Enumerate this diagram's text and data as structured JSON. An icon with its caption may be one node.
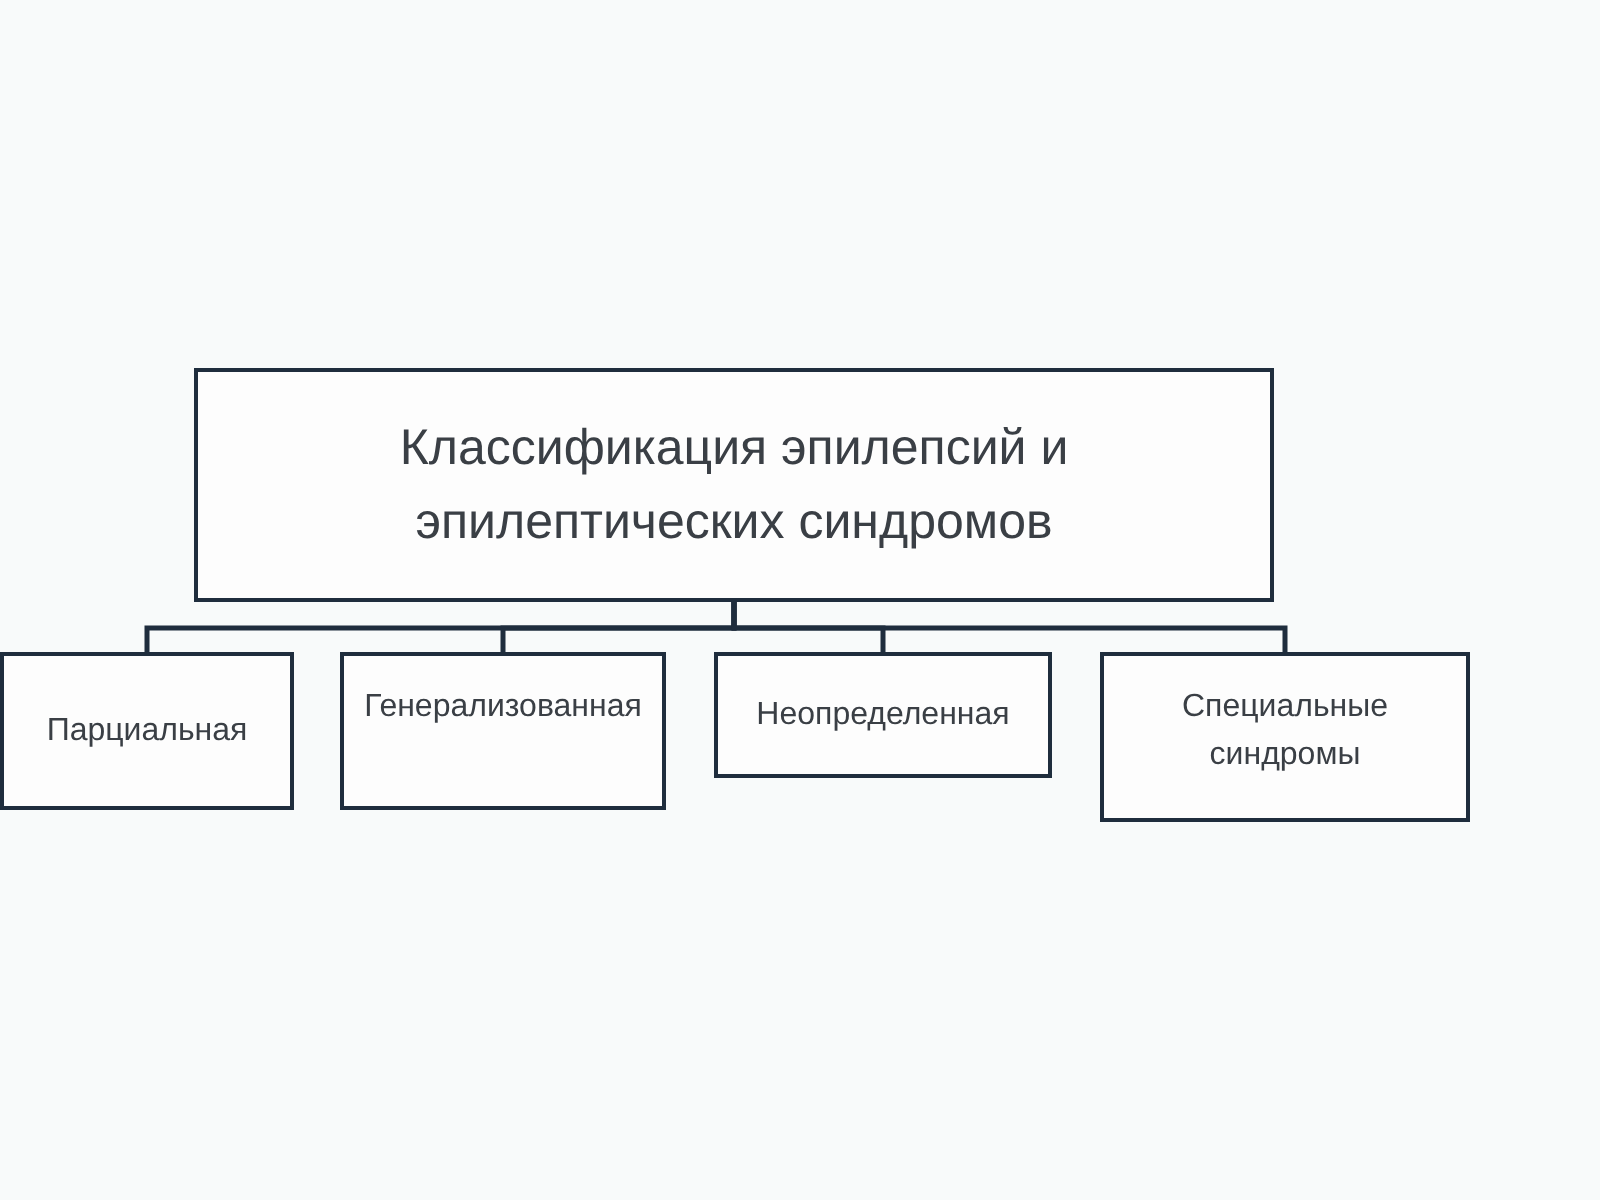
{
  "diagram": {
    "nodes": [
      {
        "text": [
          "Классификация эпилепсий и эпилептических синдромов"
        ]
      },
      {
        "text": [
          "Парциальная"
        ]
      },
      {
        "text": [
          "Генерализованная"
        ]
      },
      {
        "text": [
          "Неопределенная"
        ]
      },
      {
        "text": [
          "Специальные синдромы"
        ]
      }
    ],
    "edges": [
      {
        "from": 0,
        "to": 1,
        "arrow": "none"
      },
      {
        "from": 0,
        "to": 2,
        "arrow": "none"
      },
      {
        "from": 0,
        "to": 3,
        "arrow": "none"
      },
      {
        "from": 0,
        "to": 4,
        "arrow": "none"
      }
    ]
  }
}
